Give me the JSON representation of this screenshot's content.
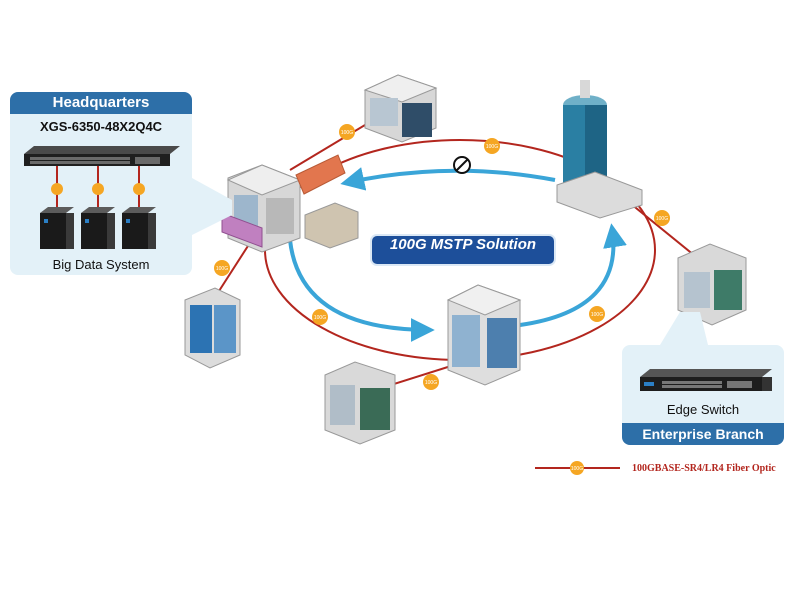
{
  "headquarters": {
    "title": "Headquarters",
    "model": "XGS-6350-48X2Q4C",
    "caption": "Big Data System"
  },
  "branch": {
    "title": "Enterprise Branch",
    "caption": "Edge Switch"
  },
  "solution_title": "100G MSTP Solution",
  "link_label": "100G",
  "legend": {
    "label": "100GBASE-SR4/LR4 Fiber Optic"
  },
  "colors": {
    "ring_red": "#b3261e",
    "arrow_blue": "#3aa5d8",
    "badge_blue": "#1d4f9a",
    "header_blue": "#2d6fa8",
    "link_badge_orange": "#f5a623"
  }
}
